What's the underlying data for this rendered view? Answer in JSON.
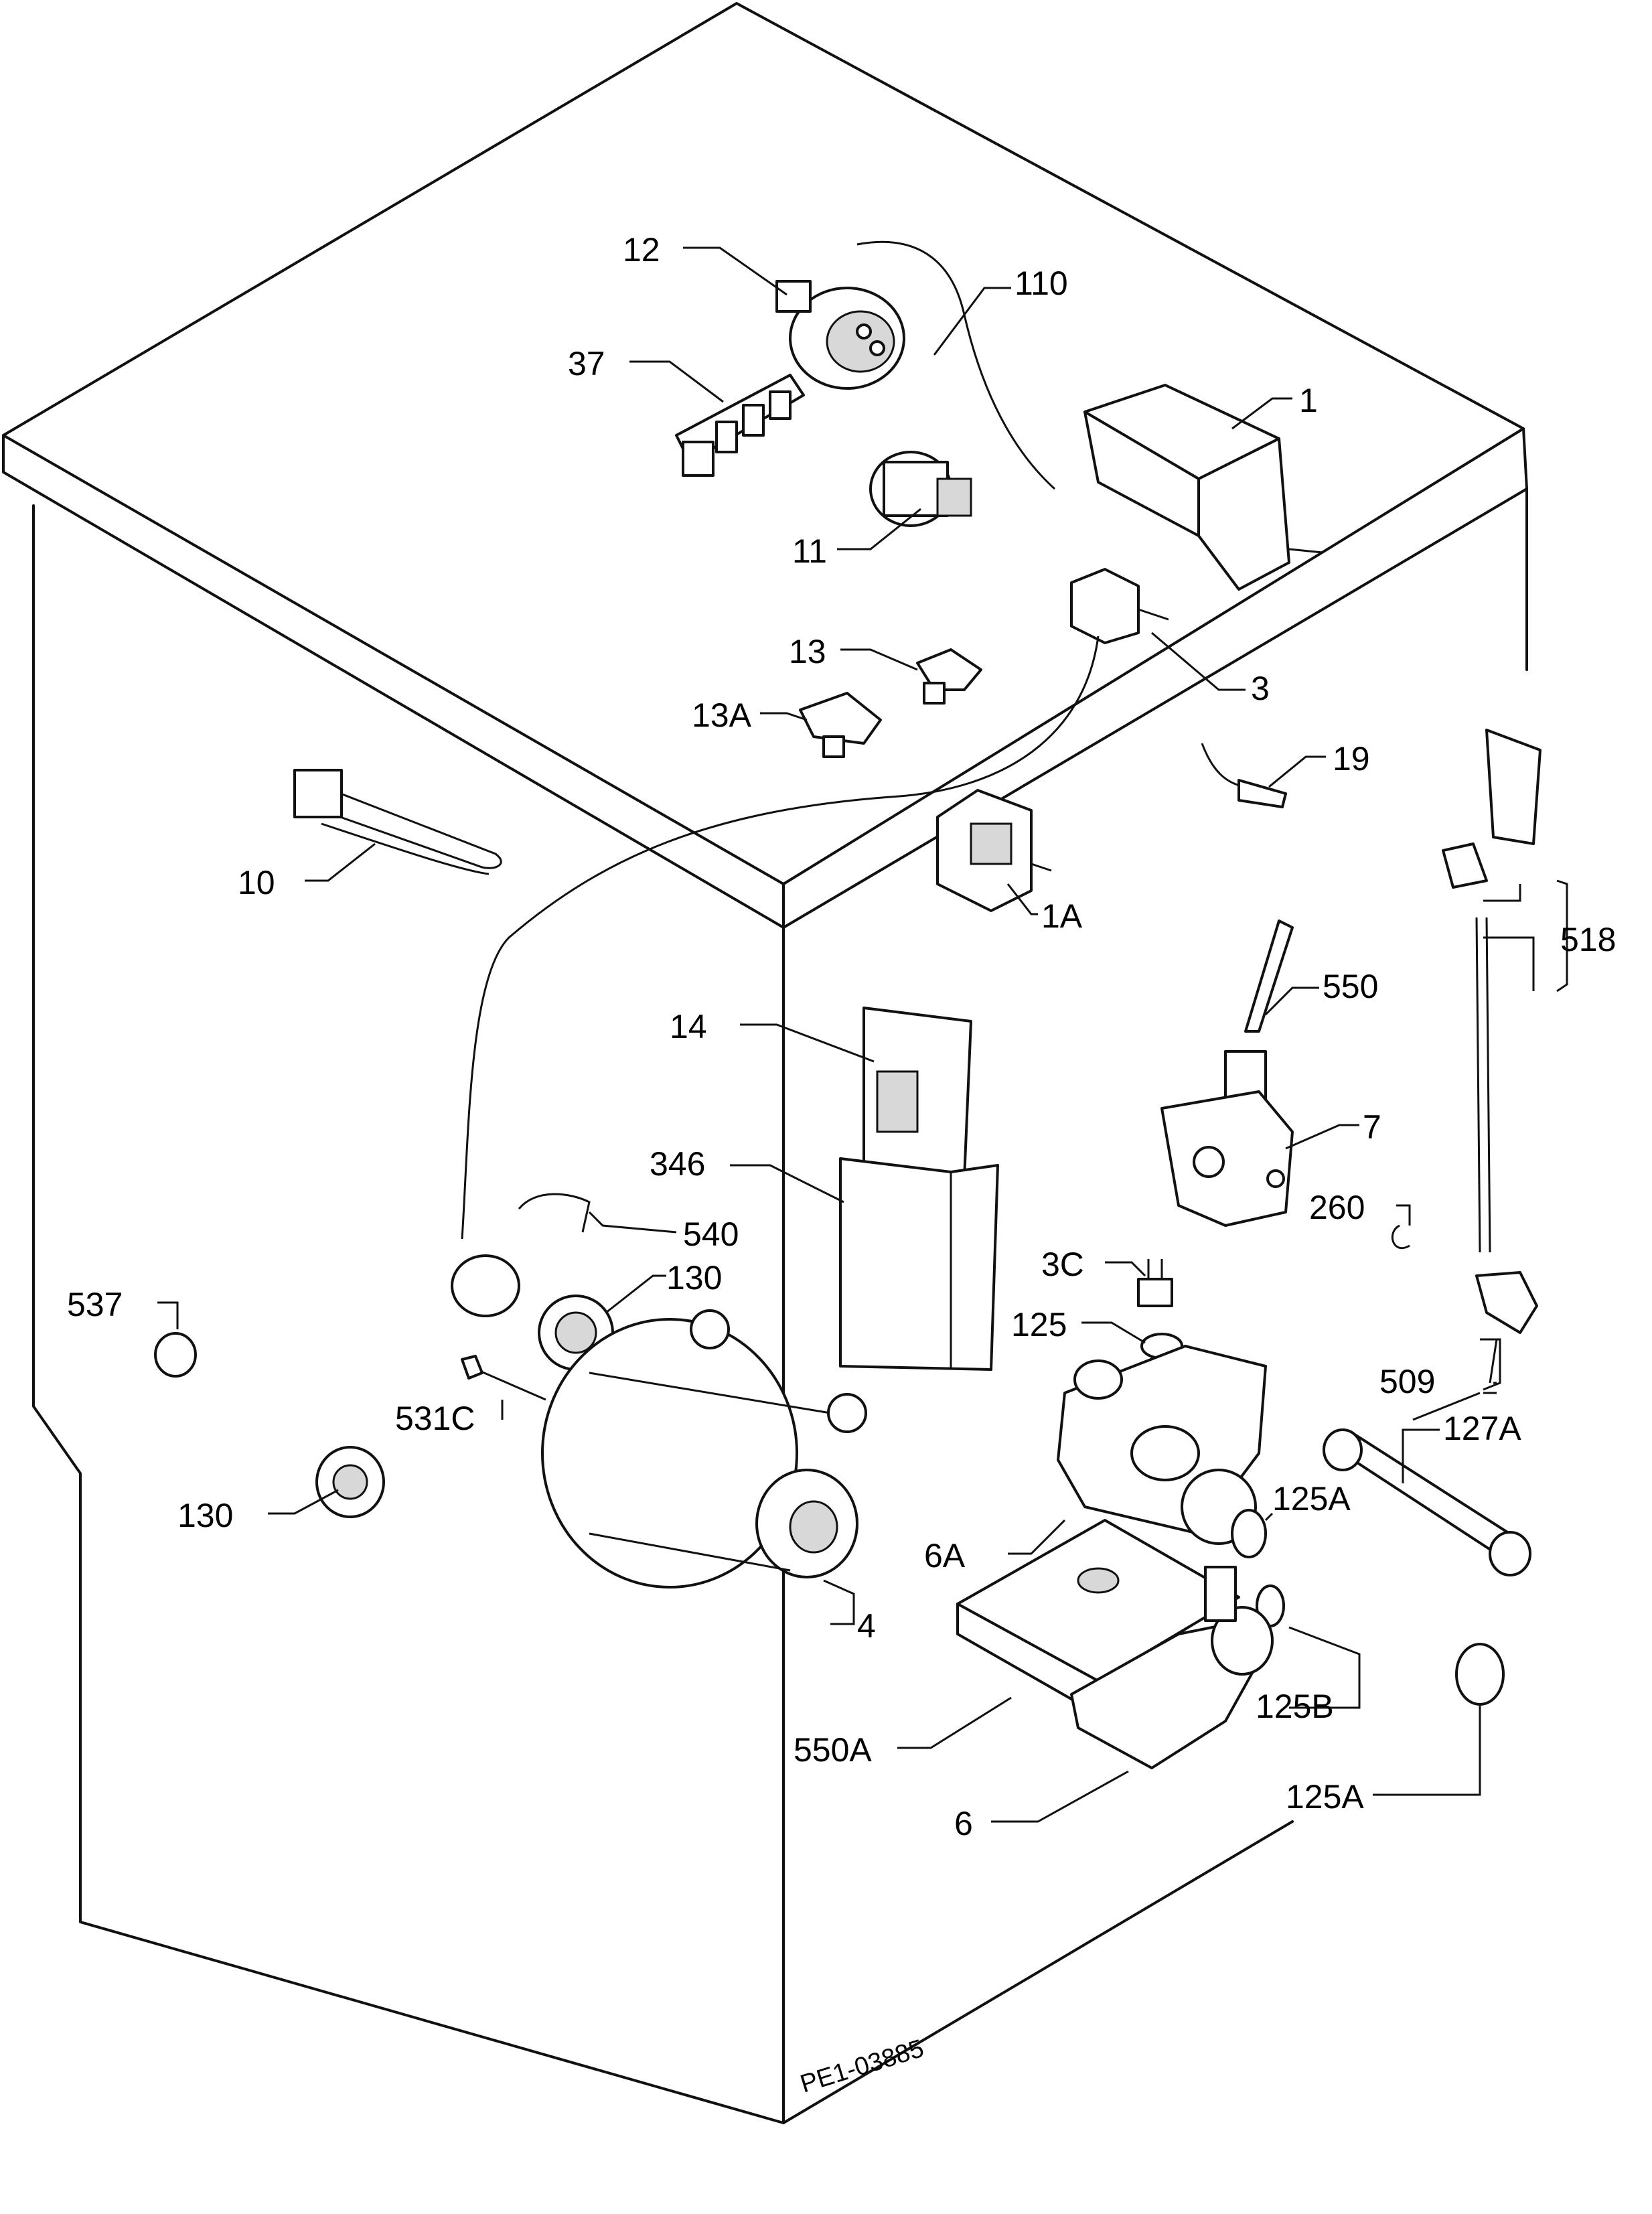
{
  "labels": {
    "p1": "1",
    "p1a": "1A",
    "p3": "3",
    "p3c": "3C",
    "p4": "4",
    "p6": "6",
    "p6a": "6A",
    "p7": "7",
    "p10": "10",
    "p11": "11",
    "p12": "12",
    "p13": "13",
    "p13a": "13A",
    "p14": "14",
    "p19": "19",
    "p37": "37",
    "p110": "110",
    "p125": "125",
    "p125a_1": "125A",
    "p125a_2": "125A",
    "p125b": "125B",
    "p127a": "127A",
    "p130_1": "130",
    "p130_2": "130",
    "p260": "260",
    "p346": "346",
    "p509": "509",
    "p518": "518",
    "p531c": "531C",
    "p537": "537",
    "p540": "540",
    "p550": "550",
    "p550a": "550A"
  },
  "stamp": "PE1-03885"
}
